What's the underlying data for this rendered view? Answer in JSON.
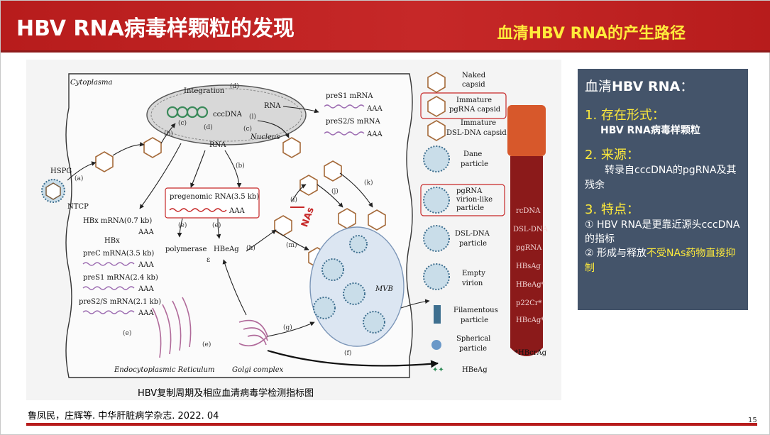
{
  "header": {
    "title": "HBV RNA病毒样颗粒的发现",
    "subtitle": "血清HBV RNA的产生路径"
  },
  "figure": {
    "caption": "HBV复制周期及相应血清病毒学检测指标图",
    "labels": {
      "cytoplasma": "Cytoplasma",
      "integration": "Integration",
      "cccdna": "cccDNA",
      "rna": "RNA",
      "rna2": "RNA",
      "nucleus": "Nucleus",
      "hspg": "HSPG",
      "ntcp": "NTCP",
      "pres1_mrna": "preS1 mRNA",
      "pres2s_mrna": "preS2/S mRNA",
      "aaa": "AAA",
      "pregenomic": "pregenomic RNA(3.5 kb)",
      "hbx_mrna": "HBx mRNA(0.7 kb)",
      "hbx": "HBx",
      "prec_mrna": "preC mRNA(3.5 kb)",
      "pres1_mrna_long": "preS1 mRNA(2.4 kb)",
      "pres2s_mrna_long": "preS2/S mRNA(2.1 kb)",
      "polymerase": "polymerase",
      "epsilon": "ε",
      "hbeag_in": "HBeAg",
      "nas": "NAs",
      "mvb": "MVB",
      "er": "Endocytoplasmic Reticulum",
      "golgi": "Golgi complex",
      "steps": [
        "(a)",
        "(b)",
        "(c)",
        "(d)",
        "(d)",
        "(e)",
        "(e)",
        "(e)",
        "(e)",
        "(f)",
        "(g)",
        "(h)",
        "(i)",
        "(j)",
        "(k)",
        "(l)",
        "(m)",
        "(b)",
        "(c)"
      ]
    },
    "legend": [
      {
        "label": "Naked capsid"
      },
      {
        "label": "Immature pgRNA capsid",
        "boxed": true
      },
      {
        "label": "Immature DSL-DNA capsid"
      },
      {
        "label": "Dane particle"
      },
      {
        "label": "pgRNA virion-like particle",
        "boxed": true
      },
      {
        "label": "DSL-DNA particle"
      },
      {
        "label": "Empty virion"
      },
      {
        "label": "Filamentous particle"
      },
      {
        "label": "Spherical particle"
      },
      {
        "label": "HBeAg"
      }
    ],
    "tube_labels": [
      "rcDNA",
      "DSL-DNA",
      "pgRNA",
      "HBsAg",
      "HBeAg*",
      "p22Cr*",
      "HBcAg*"
    ],
    "tube_note": "*HBcrAg"
  },
  "info": {
    "title_prefix": "血清",
    "title_bold": "HBV RNA",
    "title_suffix": "：",
    "item1_head": "1.  存在形式：",
    "item1_body": "HBV RNA病毒样颗粒",
    "item2_head": "2.  来源：",
    "item2_body": "转录自cccDNA的pgRNA及其残余",
    "item3_head": "3.  特点：",
    "point1": "① HBV RNA是更靠近源头cccDNA的指标",
    "point2_prefix": "② 形成与释放",
    "point2_highlight": "不受NAs药物直接抑制"
  },
  "footer": {
    "reference": "鲁凤民，庄辉等. 中华肝脏病学杂志. 2022. 04",
    "page": "15"
  }
}
